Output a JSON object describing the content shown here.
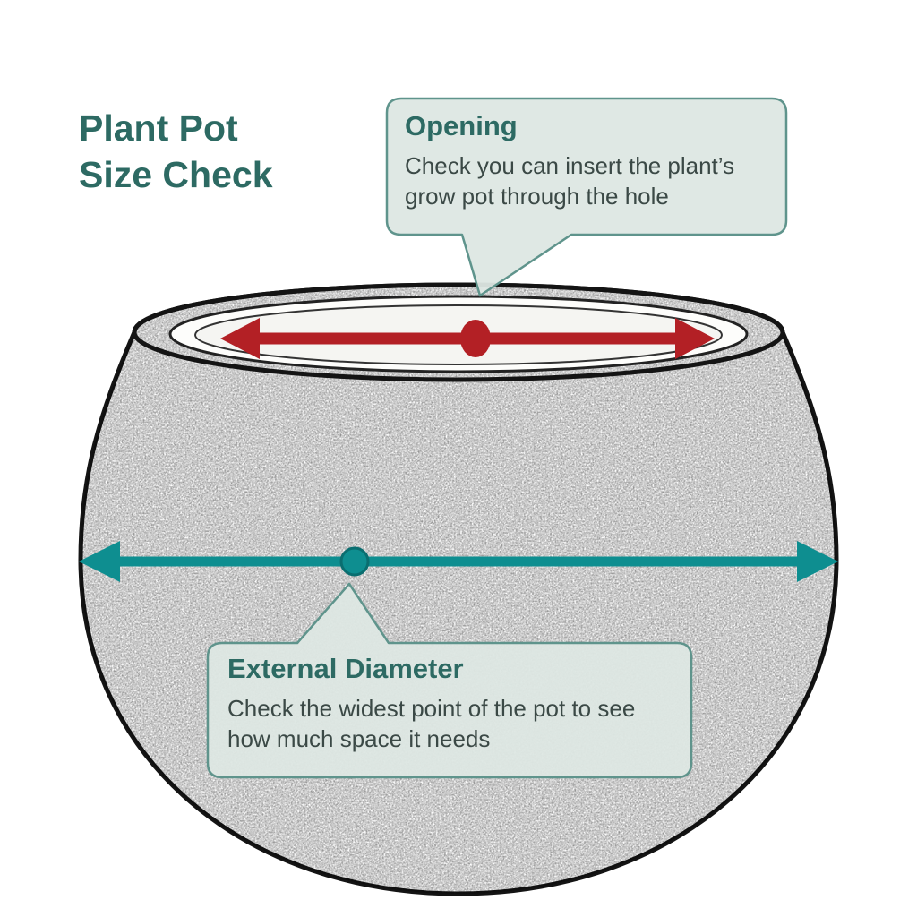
{
  "title": "Plant Pot Size Check",
  "callouts": {
    "opening": {
      "title": "Opening",
      "body": "Check you can insert the plant’s grow pot through the hole"
    },
    "external_diameter": {
      "title": "External Diameter",
      "body": "Check the widest point of the pot to see how much space it needs"
    }
  },
  "diagram": {
    "subject": "Round plant pot sketch",
    "markers": [
      {
        "name": "opening-arrow",
        "style": "double-headed arrow with center dot",
        "color": "#b32025",
        "indicates": "Opening"
      },
      {
        "name": "external-diameter-arrow",
        "style": "double-headed arrow with center dot",
        "color": "#0e8e90",
        "indicates": "External Diameter"
      }
    ]
  },
  "colors": {
    "heading": "#2d6a63",
    "body_text": "#3b4946",
    "bubble_bg": "#dde7e3",
    "bubble_border": "#5f948c",
    "accent_red": "#b32025",
    "accent_teal": "#0e8e90",
    "sketch_ink": "#141414"
  }
}
